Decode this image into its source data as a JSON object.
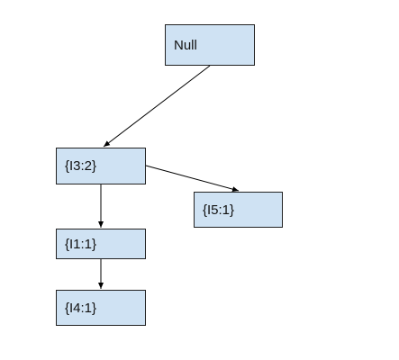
{
  "nodes": {
    "null": {
      "label": "Null"
    },
    "i3": {
      "label": "{I3:2}"
    },
    "i5": {
      "label": "{I5:1}"
    },
    "i1": {
      "label": "{I1:1}"
    },
    "i4": {
      "label": "{I4:1}"
    }
  },
  "edges": [
    {
      "from": "null",
      "to": "i3"
    },
    {
      "from": "i3",
      "to": "i5"
    },
    {
      "from": "i3",
      "to": "i1"
    },
    {
      "from": "i1",
      "to": "i4"
    }
  ],
  "colors": {
    "node_fill": "#cfe2f3",
    "node_border": "#222222",
    "edge": "#000000"
  }
}
